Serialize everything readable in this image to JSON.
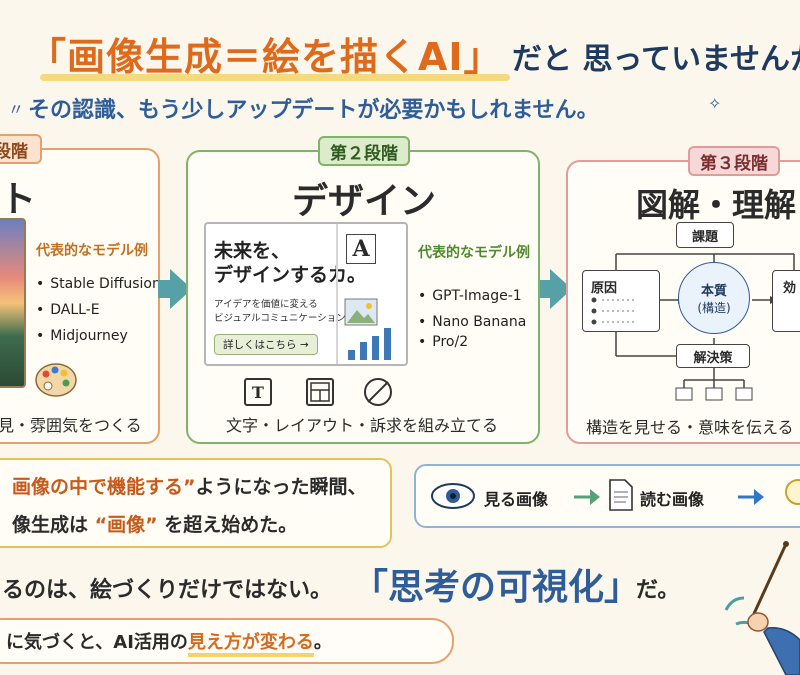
{
  "headline": {
    "lead": "「",
    "main": "「画像生成＝絵を描くAI」",
    "tail": "だと 思っていませんか",
    "sub": "その認識、もう少しアップデートが必要かもしれません。"
  },
  "stage1": {
    "badge": "段階",
    "title": "ト",
    "models_heading": "代表的なモデル例",
    "models": [
      "Stable Diffusion",
      "DALL-E",
      "Midjourney"
    ],
    "footer": "見・雰囲気をつくる"
  },
  "stage2": {
    "badge": "第２段階",
    "title": "デザイン",
    "mock_title_1": "未来を、",
    "mock_title_2": "デザインするカ。",
    "mock_sub_1": "アイデアを価値に変える",
    "mock_sub_2": "ビジュアルコミュニケーション",
    "mock_button": "詳しくはこちら →",
    "mock_glyph": "A",
    "models_heading": "代表的なモデル例",
    "models": [
      "GPT-Image-1",
      "Nano Banana",
      "Pro/2"
    ],
    "tool_text_glyph": "T",
    "footer": "文字・レイアウト・訴求を組み立てる"
  },
  "stage3": {
    "badge": "第３段階",
    "title": "図解・理解",
    "node_top": "課題",
    "node_left": "原因",
    "node_center_1": "本質",
    "node_center_2": "(構造)",
    "node_right": "効",
    "node_bottom": "解決策",
    "footer": "構造を見せる・意味を伝える"
  },
  "insight": {
    "line1_em": "画像の中で機能する”",
    "line1_rest": "ようになった瞬間、",
    "line2_pre": "像生成は",
    "line2_em": "“画像”",
    "line2_post": "を超え始めた。"
  },
  "modes": {
    "see": "見る画像",
    "read": "読む画像"
  },
  "bigline": {
    "a": "るのは、絵づくりだけではない。",
    "b": "「思考の可視化」",
    "c": "だ。"
  },
  "footer": {
    "pre": "に気づくと、AI活用の",
    "em": "見え方が変わる",
    "post": "。"
  },
  "colors": {
    "orange": "#e06a1b",
    "navy": "#1f3a5f",
    "blue": "#2f5d9a",
    "teal_arrow": "#56a0a8",
    "green": "#7fb36a",
    "pink": "#e29b9b"
  }
}
